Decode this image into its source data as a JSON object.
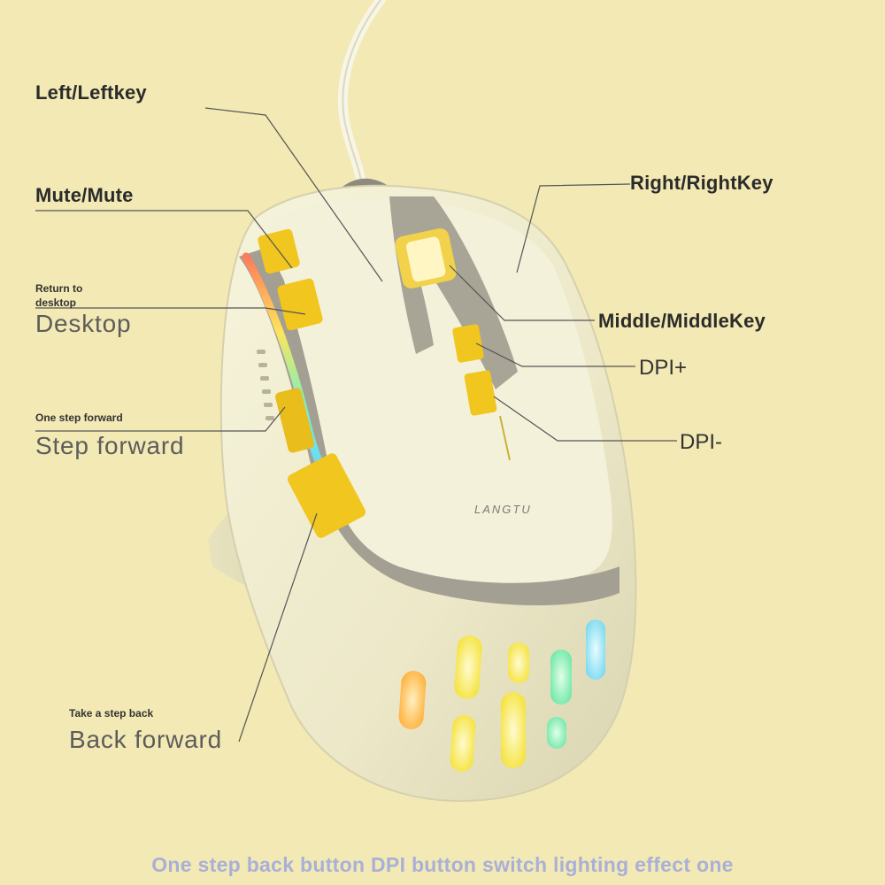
{
  "labels": {
    "left_key": "Left/Leftkey",
    "mute": "Mute/Mute",
    "return_to_desktop": "Return to desktop",
    "desktop": "Desktop",
    "one_step_forward": "One step forward",
    "step_forward": "Step forward",
    "take_step_back": "Take a step back",
    "back_forward": "Back forward",
    "right_key": "Right/RightKey",
    "middle_key": "Middle/MiddleKey",
    "dpi_plus": "DPI+",
    "dpi_minus": "DPI-"
  },
  "brand": "LANGTU",
  "caption": "One step back button DPI button switch lighting effect one",
  "colors": {
    "background": "#f3e9b4",
    "shell": "#efeccd",
    "accent_yellow": "#f0c61f",
    "trim_grey": "#9e9a8f",
    "caption": "#a9b0d8"
  }
}
